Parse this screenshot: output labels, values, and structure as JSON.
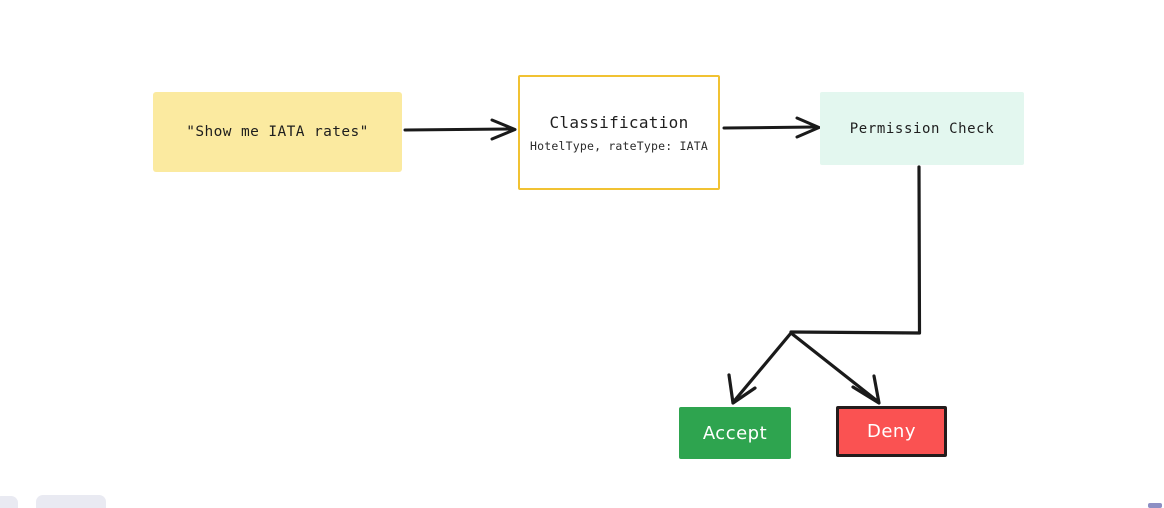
{
  "diagram": {
    "type": "flowchart",
    "style": "hand-drawn",
    "background": "#ffffff",
    "nodes": [
      {
        "id": "intent",
        "name": "user-intent",
        "label": "\"Show me IATA rates\"",
        "fill": "#fbeaa0",
        "stroke": "none",
        "text_color": "#1e1e1e"
      },
      {
        "id": "classification",
        "name": "classification",
        "title": "Classification",
        "subtitle": "HotelType, rateType: IATA",
        "fill": "#ffffff",
        "stroke": "#f1c232",
        "text_color": "#1e1e1e"
      },
      {
        "id": "permission",
        "name": "permission-check",
        "label": "Permission Check",
        "fill": "#e3f7ef",
        "stroke": "none",
        "text_color": "#1e1e1e"
      },
      {
        "id": "accept",
        "name": "accept-outcome",
        "label": "Accept",
        "fill": "#2ea44f",
        "stroke": "none",
        "text_color": "#ffffff"
      },
      {
        "id": "deny",
        "name": "deny-outcome",
        "label": "Deny",
        "fill": "#fa5252",
        "stroke": "#241c1c",
        "text_color": "#ffffff"
      }
    ],
    "edges": [
      {
        "from": "intent",
        "to": "classification",
        "label": "",
        "arrow": true
      },
      {
        "from": "classification",
        "to": "permission",
        "label": "",
        "arrow": true
      },
      {
        "from": "permission",
        "to": "accept",
        "label": "",
        "arrow": true
      },
      {
        "from": "permission",
        "to": "deny",
        "label": "",
        "arrow": true
      }
    ],
    "edge_color": "#1a1a1a"
  }
}
